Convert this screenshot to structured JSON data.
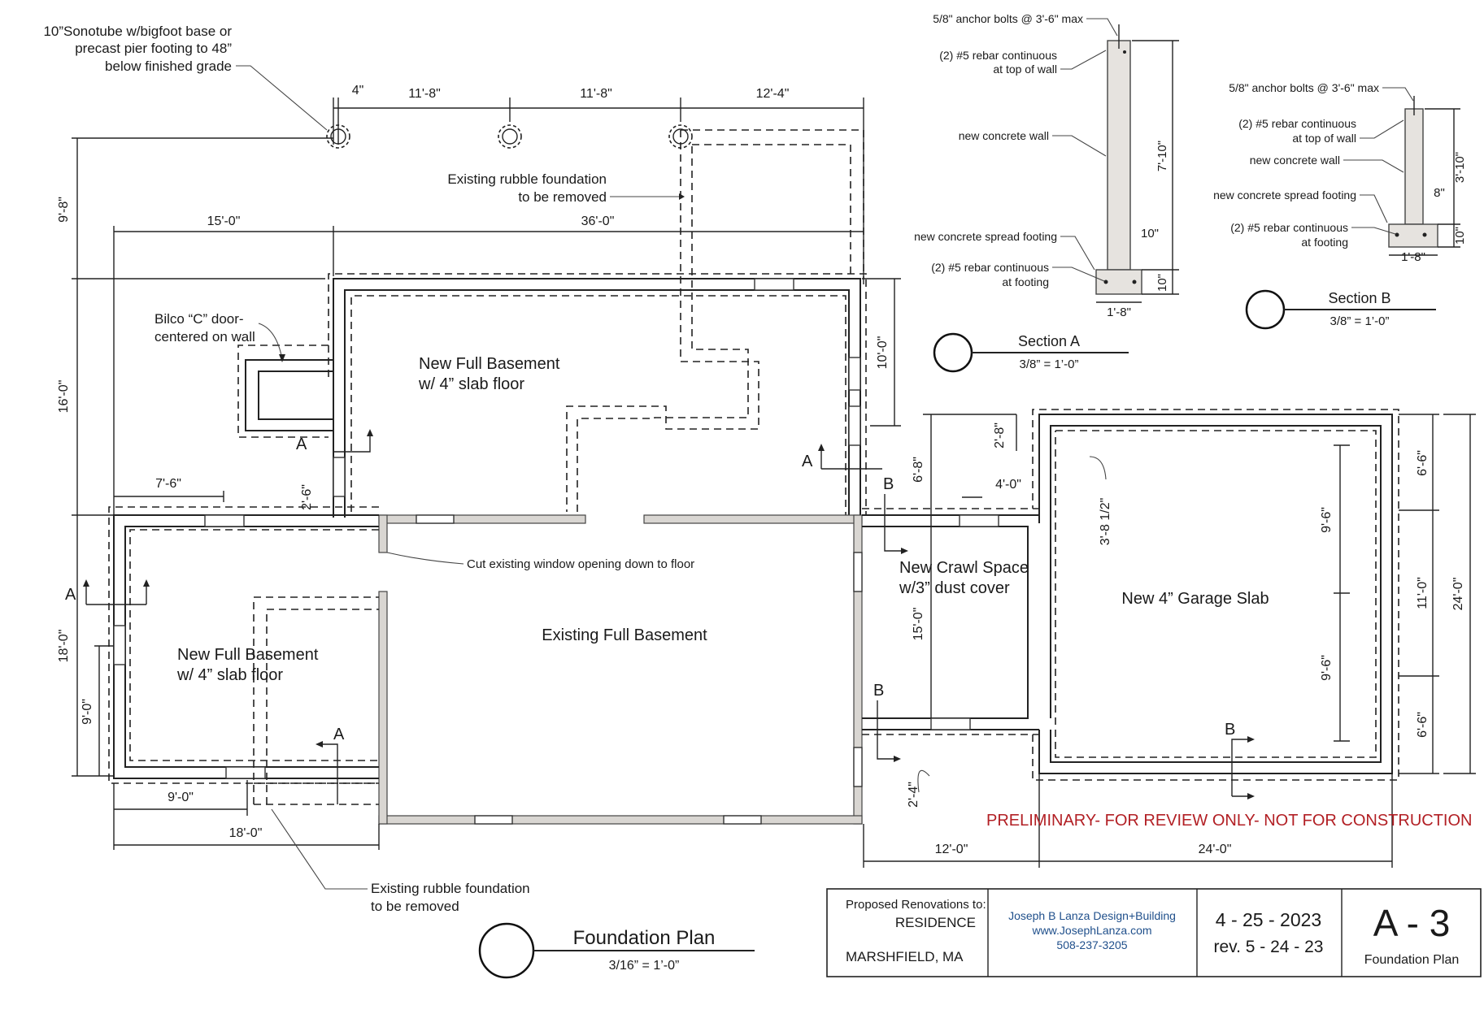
{
  "callouts": {
    "sonotube_1": "10”Sonotube w/bigfoot base or",
    "sonotube_2": "precast pier footing to 48”",
    "sonotube_3": "below finished grade",
    "rubble_top_1": "Existing rubble foundation",
    "rubble_top_2": "to be removed",
    "bilco_1": "Bilco “C” door-",
    "bilco_2": "centered on wall",
    "cut_window": "Cut existing window opening down to floor",
    "rubble_bottom_1": "Existing rubble foundation",
    "rubble_bottom_2": "to be removed"
  },
  "rooms": {
    "new_full_basement_top_1": "New Full Basement",
    "new_full_basement_top_2": "w/ 4” slab floor",
    "new_full_basement_left_1": "New Full Basement",
    "new_full_basement_left_2": "w/ 4” slab floor",
    "existing_full_basement": "Existing Full Basement",
    "crawl_space_1": "New Crawl Space",
    "crawl_space_2": "w/3” dust cover",
    "garage_slab": "New 4” Garage Slab"
  },
  "dimensions": {
    "d4in": "4\"",
    "d11_8a": "11'-8\"",
    "d11_8b": "11'-8\"",
    "d12_4": "12'-4\"",
    "d9_8": "9'-8\"",
    "d15_0": "15'-0\"",
    "d36_0": "36'-0\"",
    "d16_0": "16'-0\"",
    "d10_0": "10'-0\"",
    "d7_6": "7'-6\"",
    "d2_6": "2'-6\"",
    "d18_0v": "18'-0\"",
    "d9_0v": "9'-0\"",
    "d9_0h": "9'-0\"",
    "d18_0h": "18'-0\"",
    "d6_8": "6'-8\"",
    "d2_8": "2'-8\"",
    "d4_0": "4'-0\"",
    "d3_8half": "3'-8 1/2\"",
    "d15_0v": "15'-0\"",
    "d2_4": "2'-4\"",
    "d12_0": "12'-0\"",
    "d24_0h": "24'-0\"",
    "d9_6a": "9'-6\"",
    "d9_6b": "9'-6\"",
    "d6_6a": "6'-6\"",
    "d11_0": "11'-0\"",
    "d6_6b": "6'-6\"",
    "d24_0v": "24'-0\""
  },
  "section_marks": {
    "a": "A",
    "b": "B"
  },
  "section_a": {
    "anchor": "5/8\" anchor bolts @ 3'-6\" max",
    "rebar_top_1": "(2) #5 rebar continuous",
    "rebar_top_2": "at top of wall",
    "wall": "new concrete wall",
    "footing": "new concrete spread footing",
    "rebar_ftg_1": "(2) #5 rebar continuous",
    "rebar_ftg_2": "at footing",
    "h_wall": "7'-10\"",
    "w_wall": "10\"",
    "h_ftg": "10\"",
    "w_ftg": "1'-8\"",
    "title": "Section A",
    "scale": "3/8” = 1’-0”"
  },
  "section_b": {
    "anchor": "5/8\" anchor bolts @ 3'-6\" max",
    "rebar_top_1": "(2) #5 rebar continuous",
    "rebar_top_2": "at top of wall",
    "wall": "new concrete wall",
    "footing": "new concrete spread footing",
    "rebar_ftg_1": "(2) #5 rebar continuous",
    "rebar_ftg_2": "at footing",
    "h_wall": "3'-10\"",
    "w_wall": "8\"",
    "h_ftg": "10\"",
    "w_ftg": "1'-8\"",
    "title": "Section B",
    "scale": "3/8” = 1’-0”"
  },
  "plan_title": {
    "title": "Foundation Plan",
    "scale": "3/16” = 1’-0”"
  },
  "warning": "PRELIMINARY- FOR REVIEW ONLY- NOT FOR CONSTRUCTION",
  "title_block": {
    "proposed": "Proposed Renovations to:",
    "residence": "RESIDENCE",
    "location": "MARSHFIELD, MA",
    "firm": "Joseph B Lanza Design+Building",
    "website": "www.JosephLanza.com",
    "phone": "508-237-3205",
    "date": "4 - 25 - 2023",
    "revision": "rev. 5 - 24 - 23",
    "sheet": "A - 3",
    "sheet_title": "Foundation Plan"
  },
  "colors": {
    "firm_blue": "#1f4f8b",
    "warning_red": "#b21f24"
  }
}
